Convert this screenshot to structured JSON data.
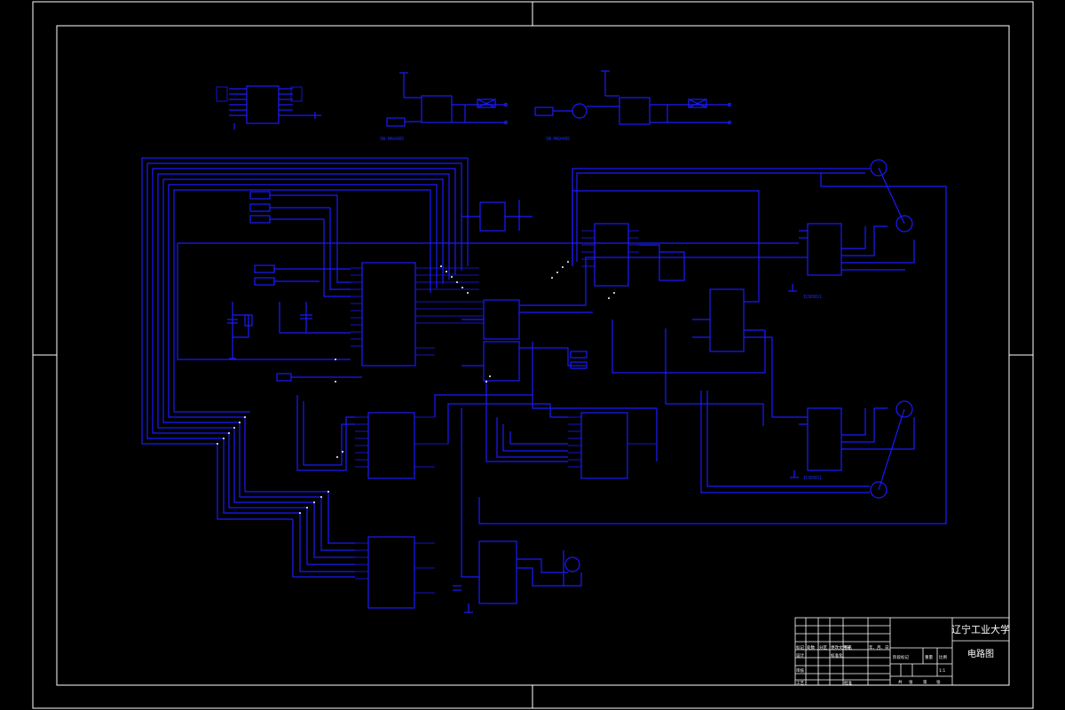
{
  "title_block": {
    "university": "辽宁工业大学",
    "drawing_name": "电路图",
    "cells": [
      "标记",
      "处数",
      "分区",
      "更改文件号",
      "签名",
      "年、月、日",
      "设计",
      "标准化",
      "阶段标记",
      "重量",
      "比例",
      "审核",
      "工艺",
      "批准",
      "共",
      "张",
      "第",
      "张",
      "1:1"
    ]
  },
  "chip_labels": [
    "SN-MAX485",
    "SN-MAX485",
    "IC8O8S1",
    "IC8O8S1"
  ],
  "colors": {
    "background": "#000000",
    "trace": "#1a1aff",
    "frame": "#ffffff",
    "title_text": "#ffffff"
  }
}
